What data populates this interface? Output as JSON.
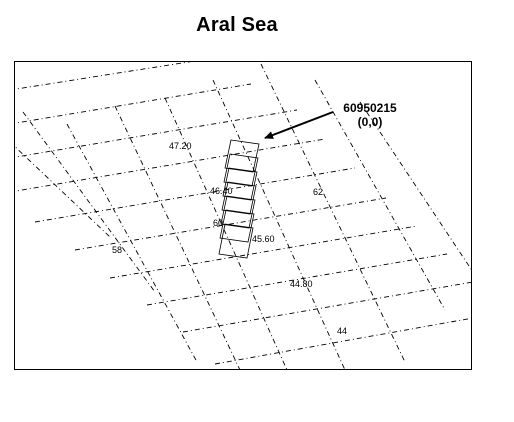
{
  "title": "Aral Sea",
  "callout": {
    "scene_id": "60950215",
    "origin": "(0,0)"
  },
  "grid_labels": {
    "lat_47_20": "47.20",
    "lat_46_40": "46.40",
    "lat_45_60": "45.60",
    "lat_44_80": "44.80",
    "lon_58": "58",
    "lon_60": "60",
    "lon_62": "62",
    "lat_44": "44"
  }
}
